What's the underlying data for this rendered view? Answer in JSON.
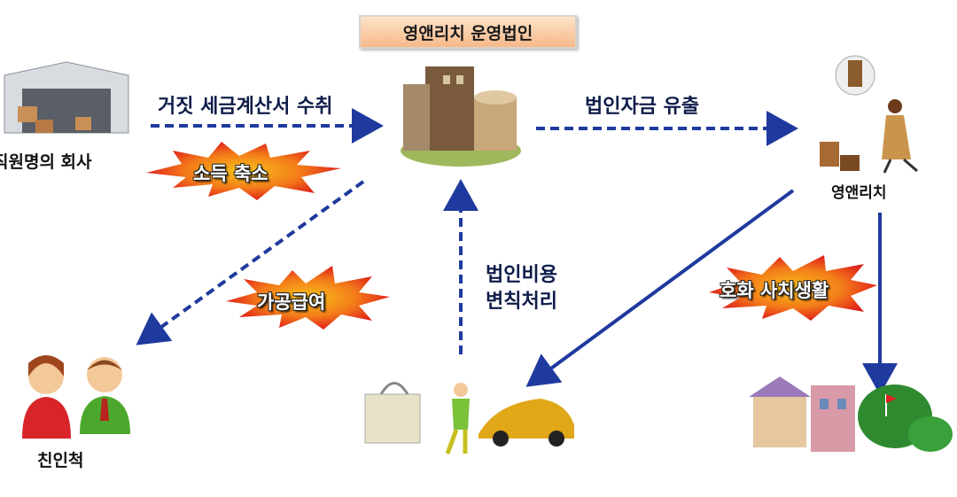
{
  "title": "영앤리치 운영법인",
  "nodes": {
    "company": "직원명의 회사",
    "youngrich": "영앤리치",
    "relatives": "친인척"
  },
  "flows": {
    "fake_invoice": "거짓 세금계산서 수취",
    "fund_outflow": "법인자금 유출",
    "expense_line1": "법인비용",
    "expense_line2": "변칙처리"
  },
  "bursts": {
    "income_reduction": "소득 축소",
    "fake_salary": "가공급여",
    "luxury": "호화 사치생활"
  },
  "colors": {
    "arrow": "#1f3a9e",
    "burst_outer": "#e8231a",
    "burst_inner": "#f9a21b"
  }
}
